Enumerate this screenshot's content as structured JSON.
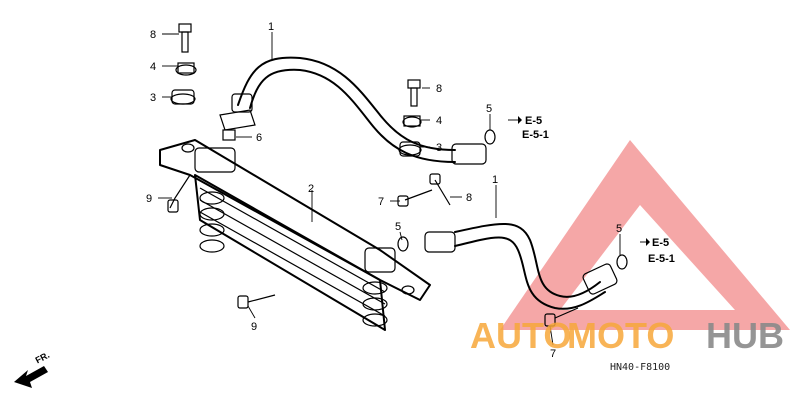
{
  "diagram": {
    "callouts": {
      "c_8a": "8",
      "c_4a": "4",
      "c_3a": "3",
      "c_1a": "1",
      "c_6a": "6",
      "c_2": "2",
      "c_9a": "9",
      "c_8b": "8",
      "c_4b": "4",
      "c_3b": "3",
      "c_5a": "5",
      "c_8c": "8",
      "c_7a": "7",
      "c_1b": "1",
      "c_5b": "5",
      "c_5c": "5",
      "c_9b": "9",
      "c_7b": "7"
    },
    "refs": {
      "r_e5_a": "E-5",
      "r_e51_a": "E-5-1",
      "r_e5_b": "E-5",
      "r_e51_b": "E-5-1"
    },
    "fr_label": "FR.",
    "diagram_code": "HN40-F8100"
  },
  "watermark": {
    "brand_part1": "AUTO",
    "brand_part2": "MOTO",
    "brand_part3": "HUB",
    "color_red": "#e8424a",
    "color_orange": "#f7a83a",
    "color_gray": "#8a8a8a"
  }
}
